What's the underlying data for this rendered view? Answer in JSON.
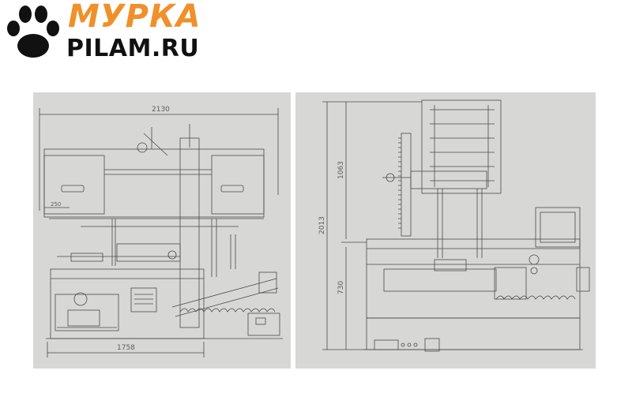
{
  "logo": {
    "brand_top": "МУРКА",
    "brand_bottom": "PILAM.RU",
    "paw_icon": "paw-icon",
    "brand_color": "#f0902a",
    "text_color": "#111111"
  },
  "left_drawing": {
    "dim_overall_width": "2130",
    "dim_base_width": "1758",
    "dim_small": "250"
  },
  "right_drawing": {
    "dim_total_height": "2013",
    "dim_upper_height": "1063",
    "dim_lower_height": "730"
  },
  "colors": {
    "paper": "#d7d8d6",
    "line": "#4a4a4a"
  }
}
